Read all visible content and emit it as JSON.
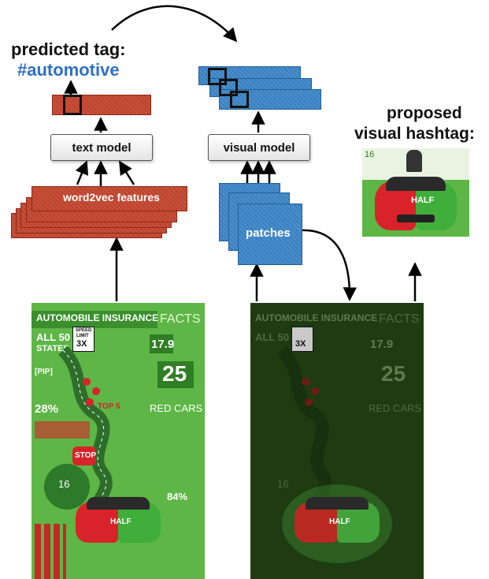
{
  "predicted": {
    "heading": "predicted tag:",
    "tag": "#automotive"
  },
  "proposed": {
    "line1": "proposed",
    "line2": "visual hashtag:"
  },
  "models": {
    "text": "text model",
    "visual": "visual model"
  },
  "features": {
    "word2vec": "word2vec features",
    "patches": "patches"
  },
  "poster": {
    "title": "AUTOMOBILE INSURANCE",
    "facts": "FACTS",
    "all50": "ALL 50",
    "states": "STATES",
    "speed_line1": "SPEED",
    "speed_line2": "LIMIT",
    "speed_value": "3X",
    "stat_179": "17.9",
    "stat_25": "25",
    "pip": "[PIP]",
    "stat_28": "28%",
    "top5": "TOP 5",
    "red_cars": "RED CARS",
    "stop": "STOP",
    "stat_16": "16",
    "stat_84": "84%",
    "half": "HALF"
  },
  "colors": {
    "accent_blue": "#2f6fc4",
    "red_layer": "#c4462f",
    "blue_layer": "#3d87c8",
    "poster_green": "#5db646",
    "poster_dark": "#1e3b12"
  }
}
